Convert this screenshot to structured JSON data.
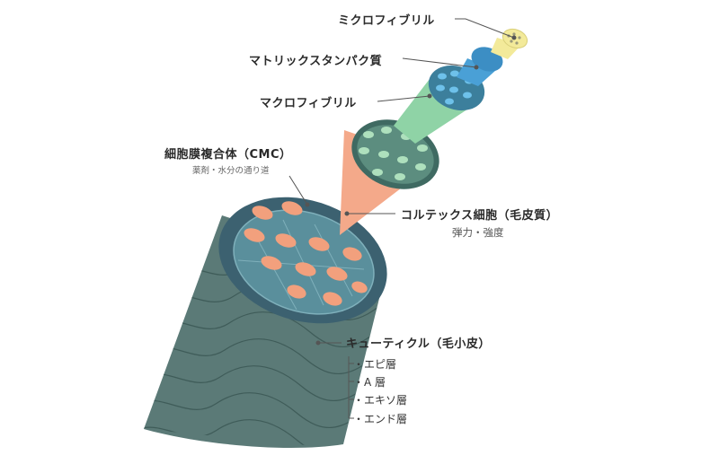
{
  "labels": {
    "microfibril": "ミクロフィブリル",
    "matrix_protein": "マトリックスタンパク質",
    "macrofibril": "マクロフィブリル",
    "cmc": "細胞膜複合体（CMC）",
    "cmc_sub": "薬剤・水分の通り道",
    "cortex": "コルテックス細胞（毛皮質）",
    "cortex_sub": "弾力・強度",
    "cuticle": "キューティクル（毛小皮）",
    "cuticle_layers": [
      "・エピ層",
      "・A 層",
      "・エキソ層",
      "・エンド層"
    ]
  },
  "colors": {
    "cuticle": "#5b7a77",
    "cuticle_top": "#3c6170",
    "cortex": "#f4a98a",
    "cortex_cell": "#f2a07d",
    "macrofibril": "#6fb38a",
    "macro_dot": "#aee0bd",
    "matrix": "#4aa0d6",
    "microfibril": "#f3ea9a",
    "leader": "#555555"
  }
}
